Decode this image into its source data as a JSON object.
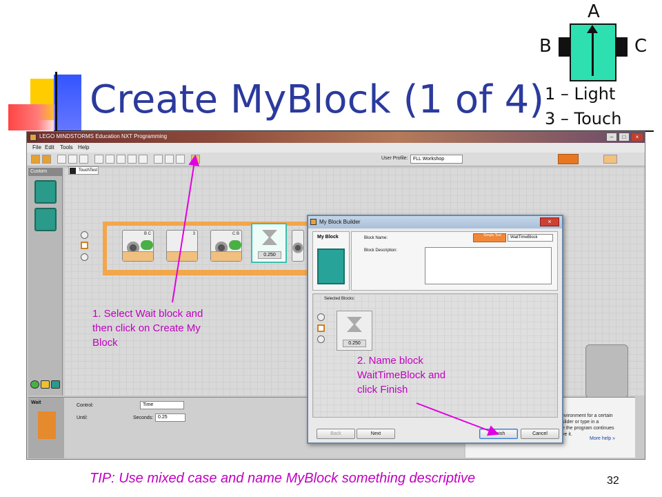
{
  "slide": {
    "title": "Create MyBlock (1 of 4)",
    "tip": "TIP: Use mixed case and name MyBlock something descriptive",
    "page_number": "32"
  },
  "robot": {
    "label_front": "A",
    "label_left": "B",
    "label_right": "C",
    "sensor_1": "1 – Light",
    "sensor_3": "3 – Touch"
  },
  "app": {
    "title": "LEGO MINDSTORMS Education NXT Programming",
    "menu": [
      "File",
      "Edit",
      "Tools",
      "Help"
    ],
    "user_profile_label": "User Profile:",
    "user_profile_value": "FLL Workshop",
    "palette_label": "Custom",
    "file_tab": "TouchTest",
    "blocks": {
      "motor_1_ports": "B C",
      "sensor_port": "3",
      "motor_2_ports": "C B",
      "wait_value": "0.250"
    },
    "config": {
      "block_name": "Wait",
      "control_label": "Control:",
      "control_value": "Time",
      "until_label": "Until:",
      "seconds_label": "Seconds:",
      "seconds_value": "0.25"
    },
    "help": {
      "text": "nvironment for a certain\n slider or type in a\ne the program continues\nve it.",
      "more_help": "More help »"
    }
  },
  "dialog": {
    "title": "My Block Builder",
    "my_block_label": "My Block",
    "block_name_label": "Block Name:",
    "block_name_value": "WaitTimeBlock",
    "simple_text": "Simple Text",
    "block_description_label": "Block Description:",
    "selected_blocks_label": "Selected Blocks:",
    "selected_wait_value": "0.250",
    "buttons": {
      "back": "Back",
      "next": "Next",
      "finish": "Finish",
      "cancel": "Cancel"
    }
  },
  "annotations": {
    "step_1_lines": [
      "1. Select Wait block and",
      "then click on Create My",
      "Block"
    ],
    "step_2_lines": [
      "2. Name block",
      "WaitTimeBlock and",
      "click Finish"
    ]
  },
  "colors": {
    "title_blue": "#2b3a9c",
    "annotation_magenta": "#c000c0",
    "robot_body": "#2ee0b0",
    "beam_orange": "#f3a64a",
    "wait_block_teal": "#3bbfae"
  }
}
